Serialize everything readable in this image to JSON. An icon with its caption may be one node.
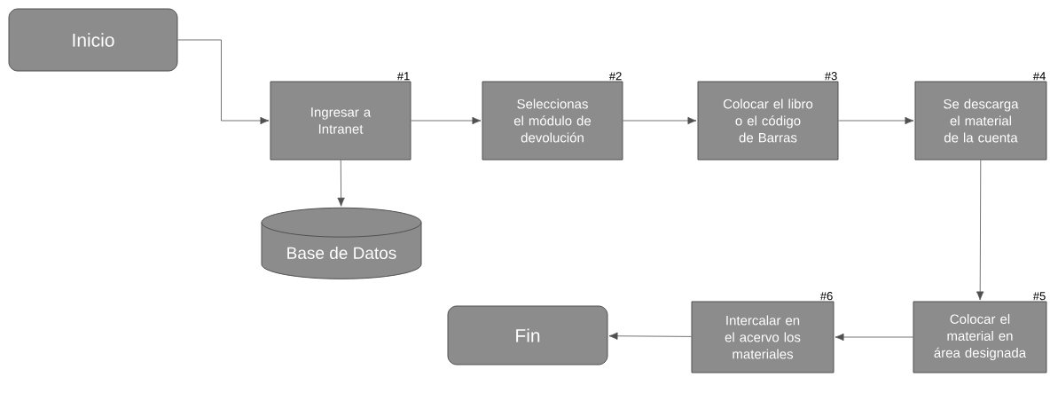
{
  "diagram": {
    "nodes": [
      {
        "text": [
          "Inicio"
        ]
      },
      {
        "text": [
          "Ingresar a Intranet"
        ],
        "beside": [
          "#1"
        ]
      },
      {
        "text": [
          "Seleccionas el módulo de devolución"
        ],
        "beside": [
          "#2"
        ]
      },
      {
        "text": [
          "Colocar el libro o el código de Barras"
        ],
        "beside": [
          "#3"
        ]
      },
      {
        "text": [
          "Se descarga el material de la cuenta"
        ],
        "beside": [
          "#4"
        ]
      },
      {
        "text": [
          "Base de Datos"
        ]
      },
      {
        "text": [
          "Fin"
        ]
      },
      {
        "text": [
          "Intercalar en el acervo los materiales"
        ],
        "beside": [
          "#6"
        ]
      },
      {
        "text": [
          "Colocar el material en área designada"
        ],
        "beside": [
          "#5"
        ]
      }
    ],
    "edges": [
      {
        "from": 0,
        "to": 1,
        "arrow": "to"
      },
      {
        "from": 1,
        "to": 2,
        "arrow": "to"
      },
      {
        "from": 2,
        "to": 3,
        "arrow": "to"
      },
      {
        "from": 3,
        "to": 4,
        "arrow": "to"
      },
      {
        "from": 1,
        "to": 5,
        "arrow": "to"
      },
      {
        "from": 4,
        "to": 8,
        "arrow": "to"
      },
      {
        "from": 8,
        "to": 7,
        "arrow": "to"
      },
      {
        "from": 7,
        "to": 6,
        "arrow": "to"
      }
    ]
  }
}
